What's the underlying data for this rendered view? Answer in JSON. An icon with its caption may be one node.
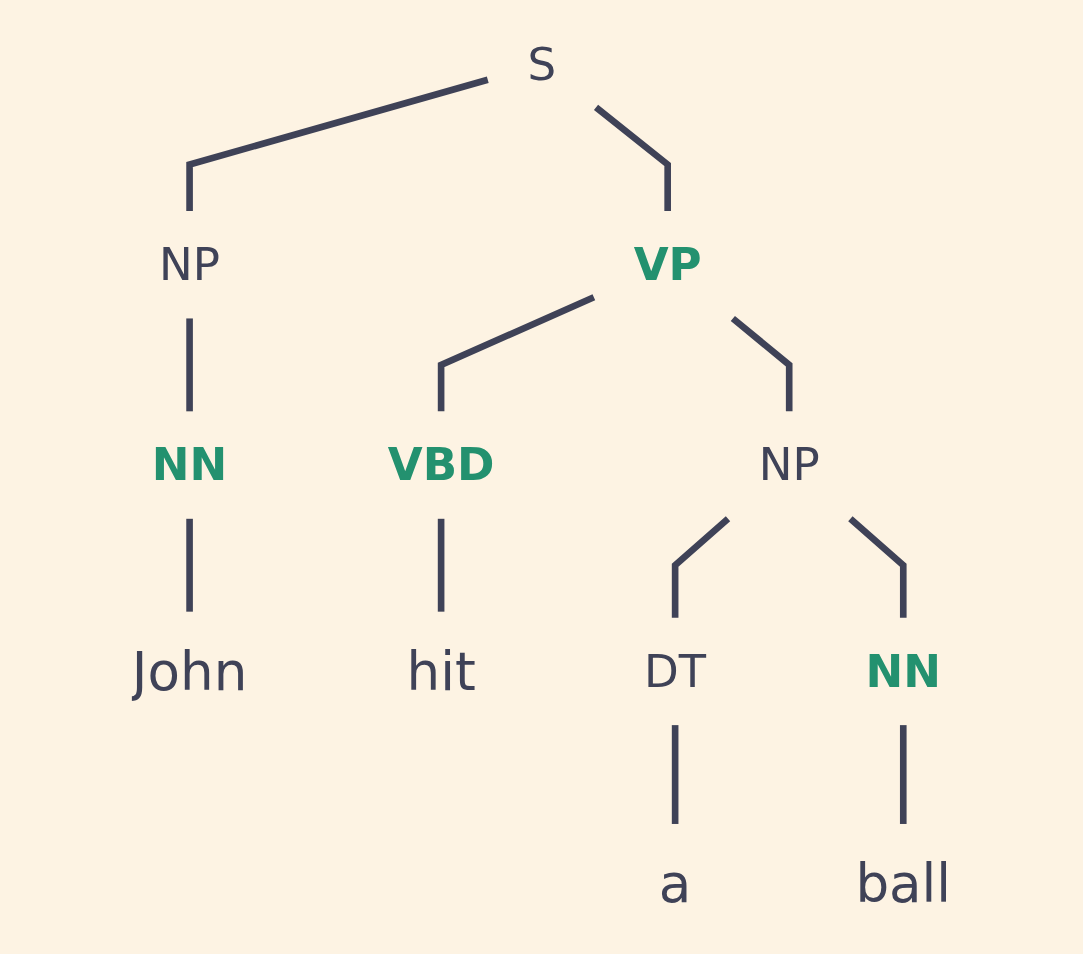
{
  "diagram": {
    "nodes": [
      {
        "text": [
          "S"
        ]
      },
      {
        "text": [
          "NP"
        ]
      },
      {
        "text": [
          "VP"
        ]
      },
      {
        "text": [
          "VBD"
        ]
      },
      {
        "text": [
          "NP"
        ]
      },
      {
        "text": [
          "NN"
        ]
      },
      {
        "text": [
          "DT"
        ]
      },
      {
        "text": [
          "NN"
        ]
      },
      {
        "text": [
          "John"
        ]
      },
      {
        "text": [
          "hit"
        ]
      },
      {
        "text": [
          "a"
        ]
      },
      {
        "text": [
          "ball"
        ]
      }
    ],
    "edges": [
      {
        "from": 0,
        "to": 1,
        "arrow": "none"
      },
      {
        "from": 0,
        "to": 2,
        "arrow": "none"
      },
      {
        "from": 1,
        "to": 5,
        "arrow": "none"
      },
      {
        "from": 2,
        "to": 3,
        "arrow": "none"
      },
      {
        "from": 2,
        "to": 4,
        "arrow": "none"
      },
      {
        "from": 4,
        "to": 6,
        "arrow": "none"
      },
      {
        "from": 4,
        "to": 7,
        "arrow": "none"
      },
      {
        "from": 5,
        "to": 8,
        "arrow": "none"
      },
      {
        "from": 3,
        "to": 9,
        "arrow": "none"
      },
      {
        "from": 6,
        "to": 10,
        "arrow": "none"
      },
      {
        "from": 7,
        "to": 11,
        "arrow": "none"
      }
    ]
  }
}
